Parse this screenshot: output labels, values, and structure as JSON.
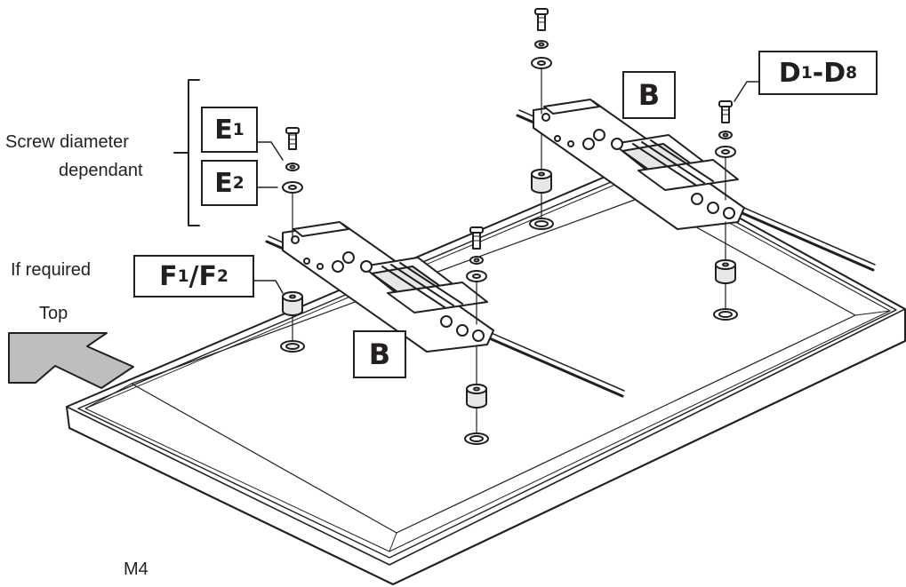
{
  "labels": {
    "E1": "E1",
    "E2": "E2",
    "D1_D8": "D1-D8",
    "F1_F2": "F1/F2",
    "B_top": "B",
    "B_bottom": "B"
  },
  "annotations": {
    "screw_diameter_line1": "Screw diameter",
    "screw_diameter_line2": "dependant",
    "if_required": "If required",
    "top": "Top",
    "m4": "M4"
  },
  "colors": {
    "line": "#231f20",
    "arrow_fill": "#bcbec0",
    "spacer_fill": "#e6e7e8",
    "background": "#ffffff"
  }
}
